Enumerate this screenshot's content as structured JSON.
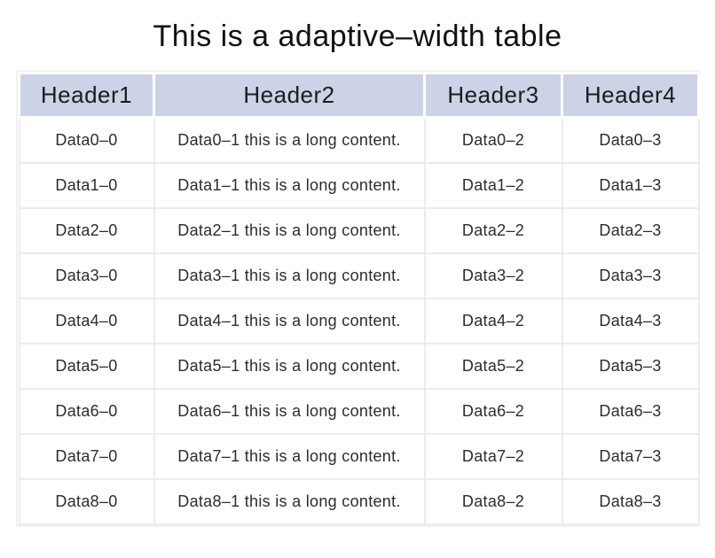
{
  "title": "This is a adaptive–width table",
  "table": {
    "headers": [
      "Header1",
      "Header2",
      "Header3",
      "Header4"
    ],
    "rows": [
      [
        "Data0–0",
        "Data0–1 this is a long content.",
        "Data0–2",
        "Data0–3"
      ],
      [
        "Data1–0",
        "Data1–1 this is a long content.",
        "Data1–2",
        "Data1–3"
      ],
      [
        "Data2–0",
        "Data2–1 this is a long content.",
        "Data2–2",
        "Data2–3"
      ],
      [
        "Data3–0",
        "Data3–1 this is a long content.",
        "Data3–2",
        "Data3–3"
      ],
      [
        "Data4–0",
        "Data4–1 this is a long content.",
        "Data4–2",
        "Data4–3"
      ],
      [
        "Data5–0",
        "Data5–1 this is a long content.",
        "Data5–2",
        "Data5–3"
      ],
      [
        "Data6–0",
        "Data6–1 this is a long content.",
        "Data6–2",
        "Data6–3"
      ],
      [
        "Data7–0",
        "Data7–1 this is a long content.",
        "Data7–2",
        "Data7–3"
      ],
      [
        "Data8–0",
        "Data8–1 this is a long content.",
        "Data8–2",
        "Data8–3"
      ]
    ]
  },
  "colors": {
    "header_background": "#ccd3e6",
    "header_cell_gap": "#ffffff",
    "cell_background": "#ffffff",
    "cell_border": "#ececec",
    "title_text": "#111111",
    "header_text": "#1c1c1e",
    "cell_text": "#2c2c2e"
  }
}
